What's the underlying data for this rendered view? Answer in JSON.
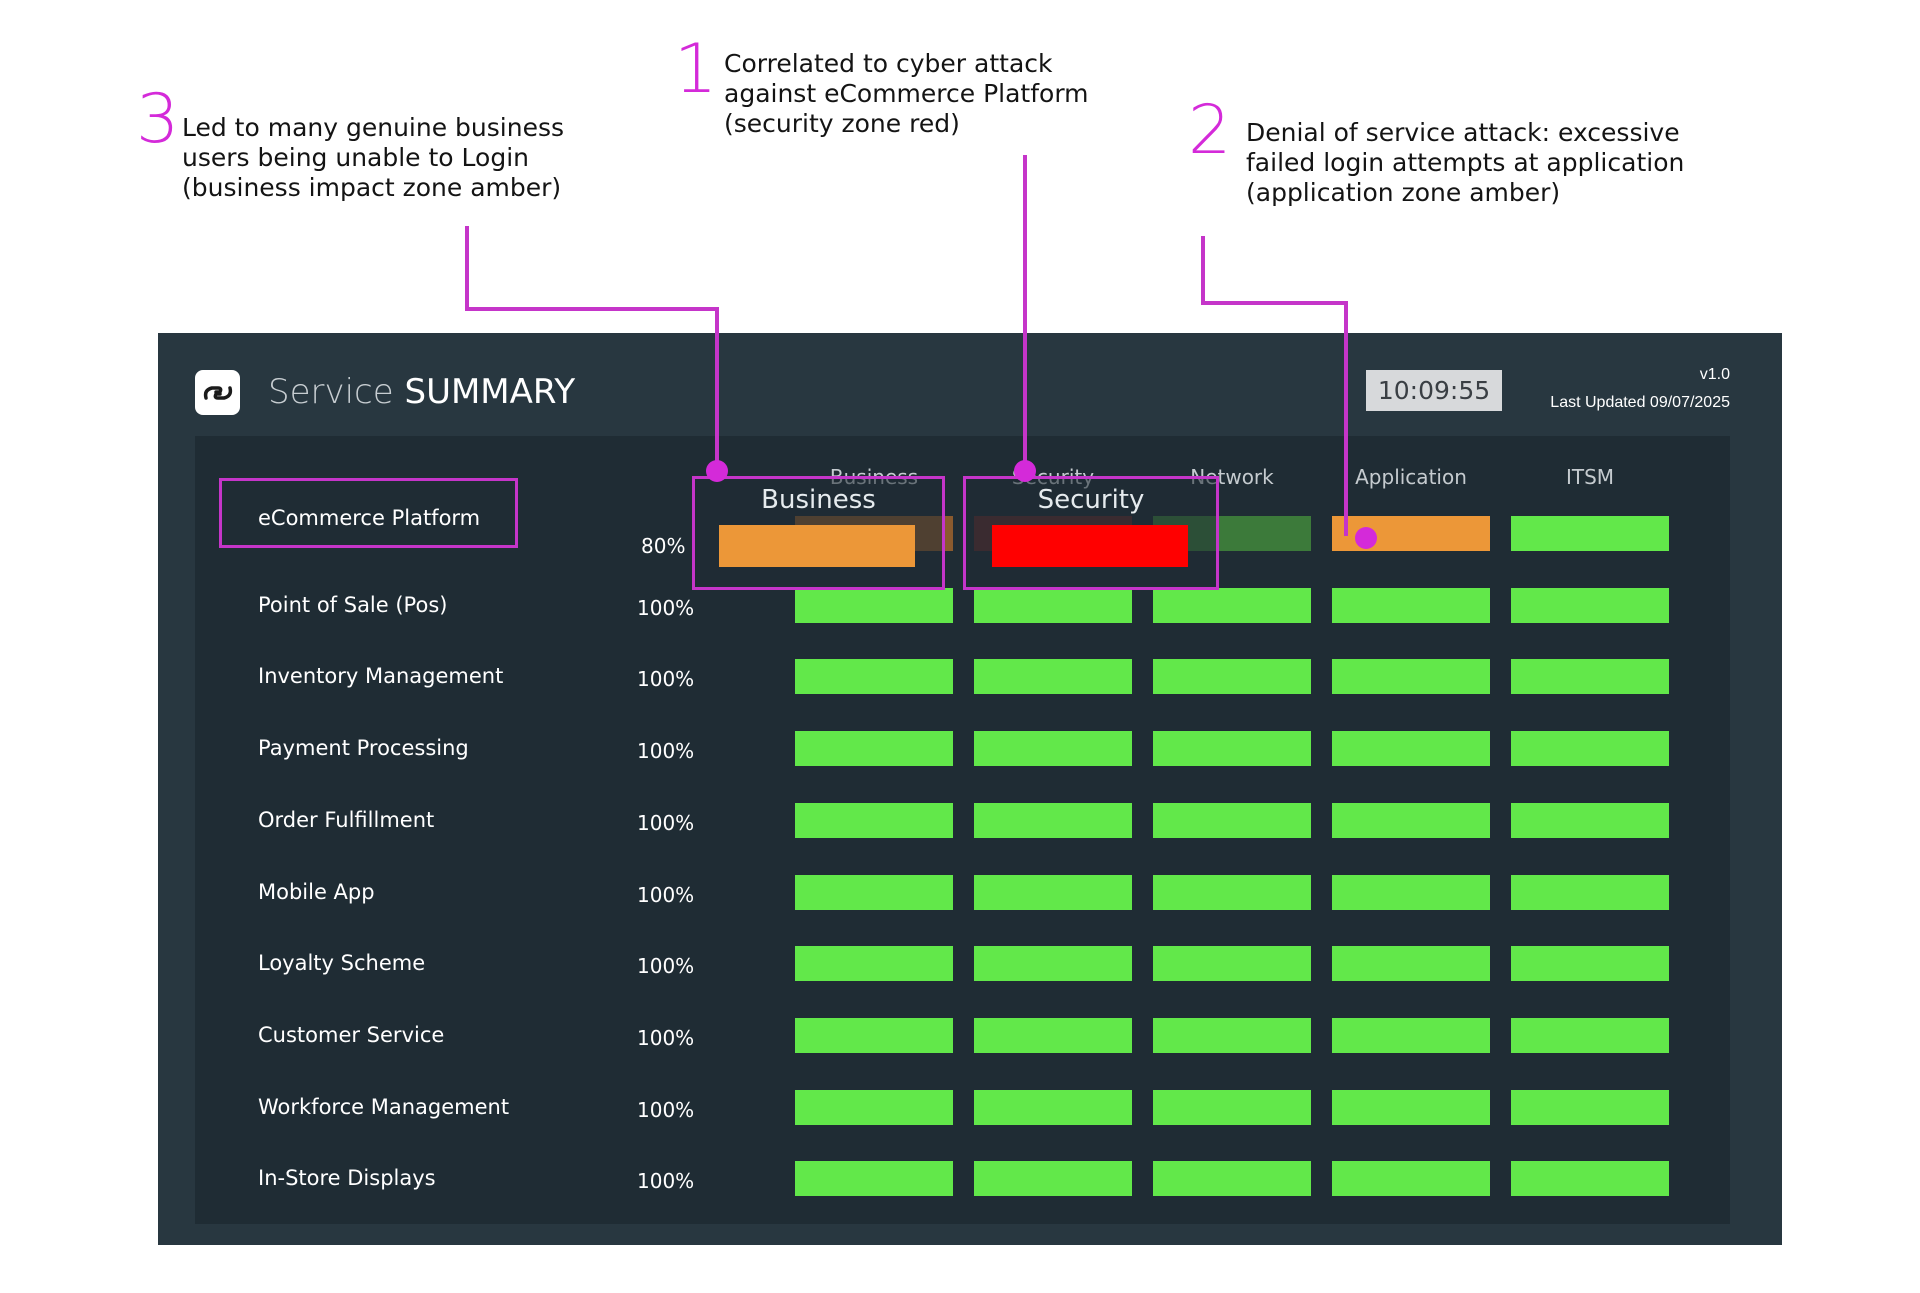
{
  "annotations": [
    {
      "number": "1",
      "lines": [
        "Correlated to cyber attack",
        "against eCommerce Platform",
        "(security zone red)"
      ]
    },
    {
      "number": "2",
      "lines": [
        "Denial of service attack: excessive",
        "failed login attempts at application",
        "(application zone amber)"
      ]
    },
    {
      "number": "3",
      "lines": [
        "Led to many genuine business",
        "users being unable to Login",
        "(business impact zone amber)"
      ]
    }
  ],
  "dashboard": {
    "title_prefix": "Service",
    "title_main": "SUMMARY",
    "clock": "10:09:55",
    "version": "v1.0",
    "last_updated": "Last Updated 09/07/2025",
    "columns": [
      "Business",
      "Security",
      "Network",
      "Application",
      "ITSM"
    ],
    "zoom_labels": {
      "business": "Business",
      "security": "Security"
    },
    "rows": [
      {
        "name": "eCommerce Platform",
        "pct": "80%",
        "status": [
          "amber",
          "red",
          "green",
          "amber",
          "green"
        ]
      },
      {
        "name": "Point of Sale (Pos)",
        "pct": "100%",
        "status": [
          "green",
          "green",
          "green",
          "green",
          "green"
        ]
      },
      {
        "name": "Inventory Management",
        "pct": "100%",
        "status": [
          "green",
          "green",
          "green",
          "green",
          "green"
        ]
      },
      {
        "name": "Payment Processing",
        "pct": "100%",
        "status": [
          "green",
          "green",
          "green",
          "green",
          "green"
        ]
      },
      {
        "name": "Order Fulfillment",
        "pct": "100%",
        "status": [
          "green",
          "green",
          "green",
          "green",
          "green"
        ]
      },
      {
        "name": "Mobile App",
        "pct": "100%",
        "status": [
          "green",
          "green",
          "green",
          "green",
          "green"
        ]
      },
      {
        "name": "Loyalty Scheme",
        "pct": "100%",
        "status": [
          "green",
          "green",
          "green",
          "green",
          "green"
        ]
      },
      {
        "name": "Customer Service",
        "pct": "100%",
        "status": [
          "green",
          "green",
          "green",
          "green",
          "green"
        ]
      },
      {
        "name": "Workforce Management",
        "pct": "100%",
        "status": [
          "green",
          "green",
          "green",
          "green",
          "green"
        ]
      },
      {
        "name": "In-Store Displays",
        "pct": "100%",
        "status": [
          "green",
          "green",
          "green",
          "green",
          "green"
        ]
      }
    ]
  },
  "colors": {
    "green": "#62e84a",
    "amber": "#ec9738",
    "red": "#ff0000",
    "accent": "#d42ad9",
    "panel": "#283740",
    "inner": "#1f2c34"
  }
}
